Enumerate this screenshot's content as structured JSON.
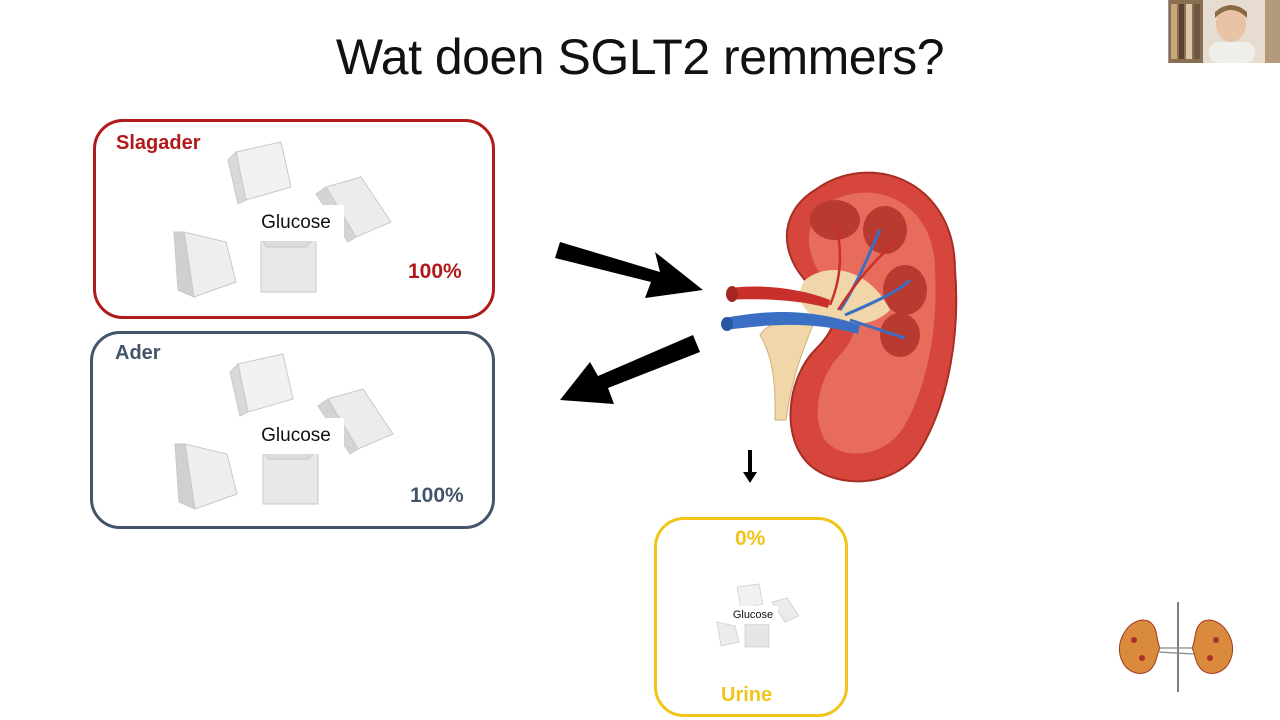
{
  "slide": {
    "title": "Wat doen SGLT2 remmers?"
  },
  "slagader": {
    "label": "Slagader",
    "glucose": "Glucose",
    "percent": "100%",
    "color": "#b01a1a"
  },
  "ader": {
    "label": "Ader",
    "glucose": "Glucose",
    "percent": "100%",
    "color": "#44546a"
  },
  "urine": {
    "label": "Urine",
    "glucose": "Glucose",
    "percent": "0%",
    "color": "#f0c419"
  },
  "icons": [
    "arrow-icon",
    "kidney-illustration",
    "kidney-logo-icon",
    "sugar-cube-icon"
  ]
}
